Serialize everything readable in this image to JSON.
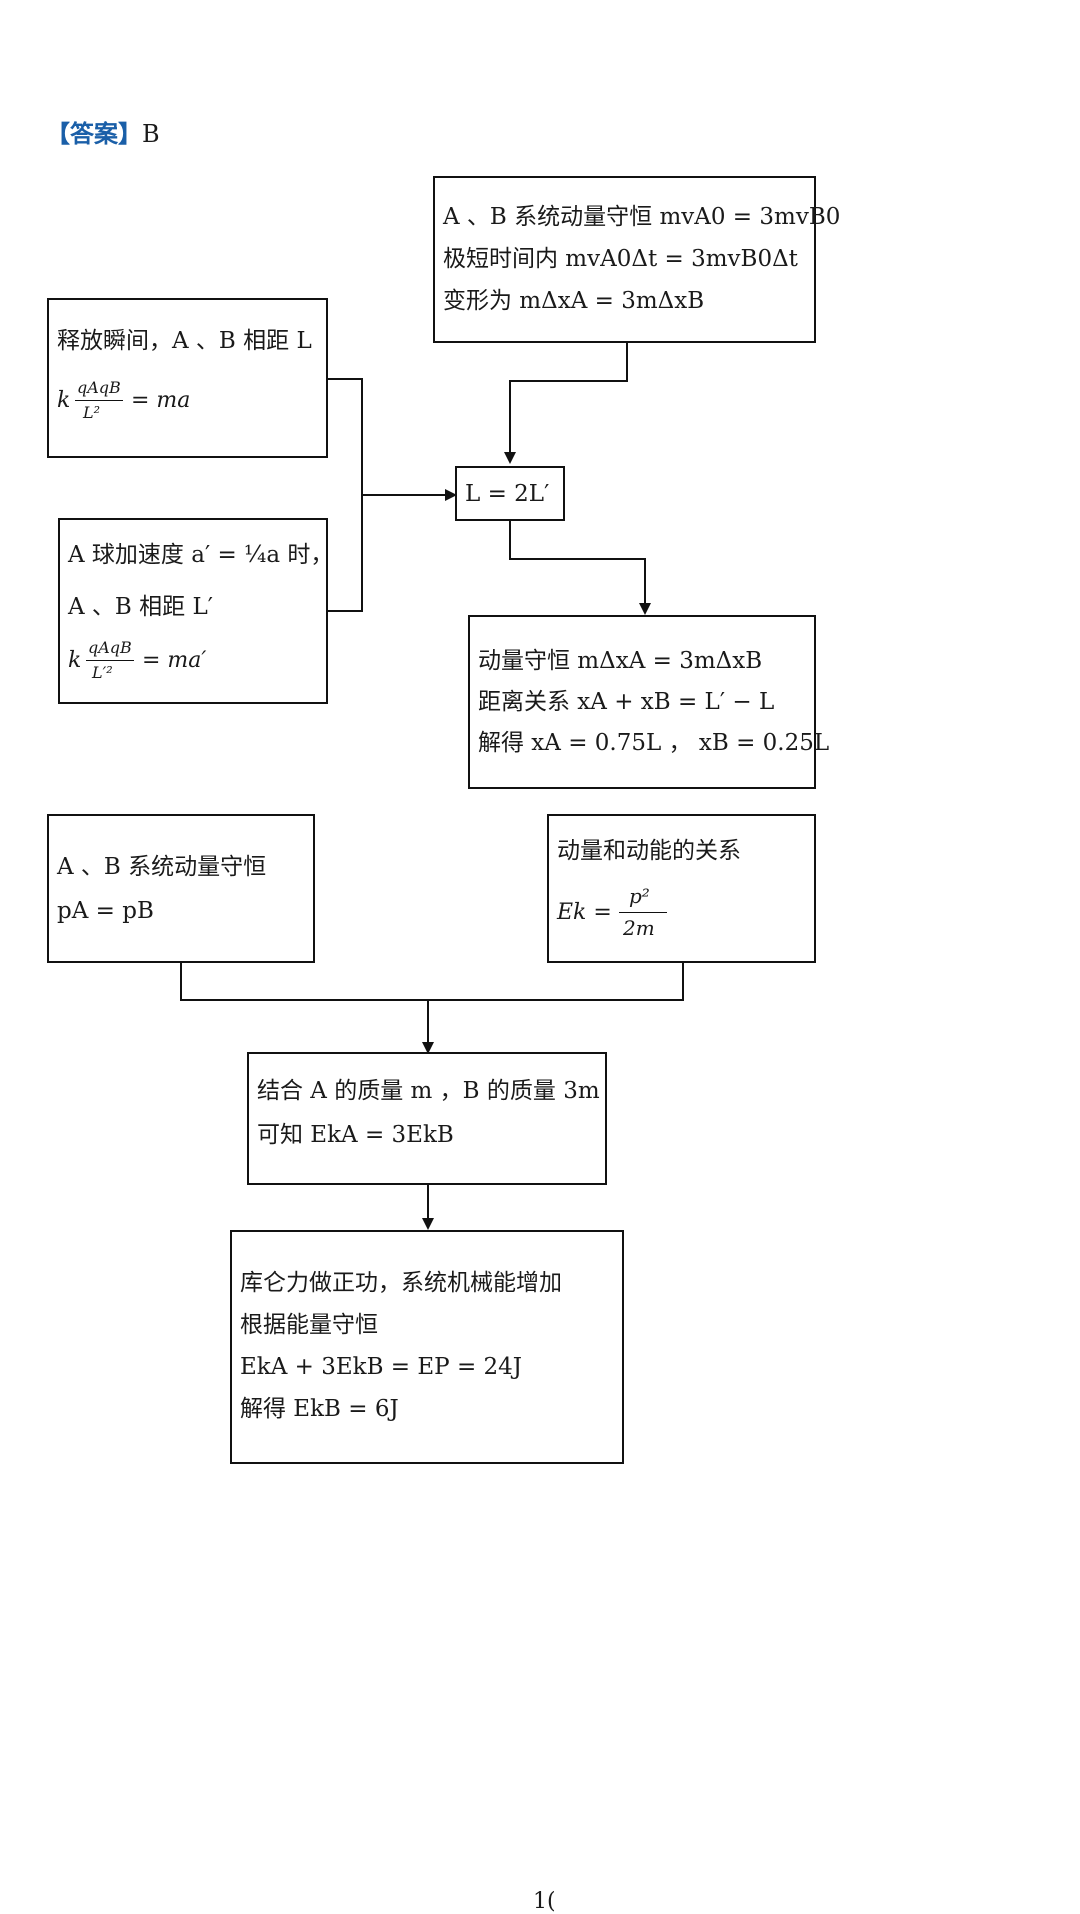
{
  "answer": {
    "tag": "【答案】",
    "value": "B"
  },
  "boxes": {
    "release": {
      "line1": "释放瞬间，A 、B 相距 L",
      "frac_k": "k",
      "frac_num": "qAqB",
      "frac_den": "L²",
      "frac_rhs": "= ma"
    },
    "accel": {
      "line1": "A 球加速度 a′ = ¼a 时，",
      "line2": "A 、B 相距 L′",
      "frac_k": "k",
      "frac_num": "qAqB",
      "frac_den": "L′²",
      "frac_rhs": "= ma′"
    },
    "momentum_top": {
      "line1": "A 、B 系统动量守恒 mvA0 = 3mvB0",
      "line2": "极短时间内 mvA0Δt = 3mvB0Δt",
      "line3": "变形为 mΔxA = 3mΔxB"
    },
    "center": {
      "line1": "L = 2L′"
    },
    "solve": {
      "line1": "动量守恒 mΔxA = 3mΔxB",
      "line2": "距离关系 xA + xB = L′ − L",
      "line3": "解得 xA = 0.75L ，  xB = 0.25L"
    },
    "p_equal": {
      "line1": "A 、B 系统动量守恒",
      "line2": "pA = pB"
    },
    "ek_relation": {
      "line1": "动量和动能的关系",
      "ek_lhs": "Ek =",
      "ek_num": "p²",
      "ek_den": "2m"
    },
    "combine": {
      "line1": "结合 A 的质量 m ，B 的质量 3m",
      "line2": "可知 EkA = 3EkB"
    },
    "final": {
      "line1": "库仑力做正功，系统机械能增加",
      "line2": "根据能量守恒",
      "line3": "EkA + 3EkB = EP = 24J",
      "line4": "解得 EkB = 6J"
    }
  },
  "page_number": "1("
}
